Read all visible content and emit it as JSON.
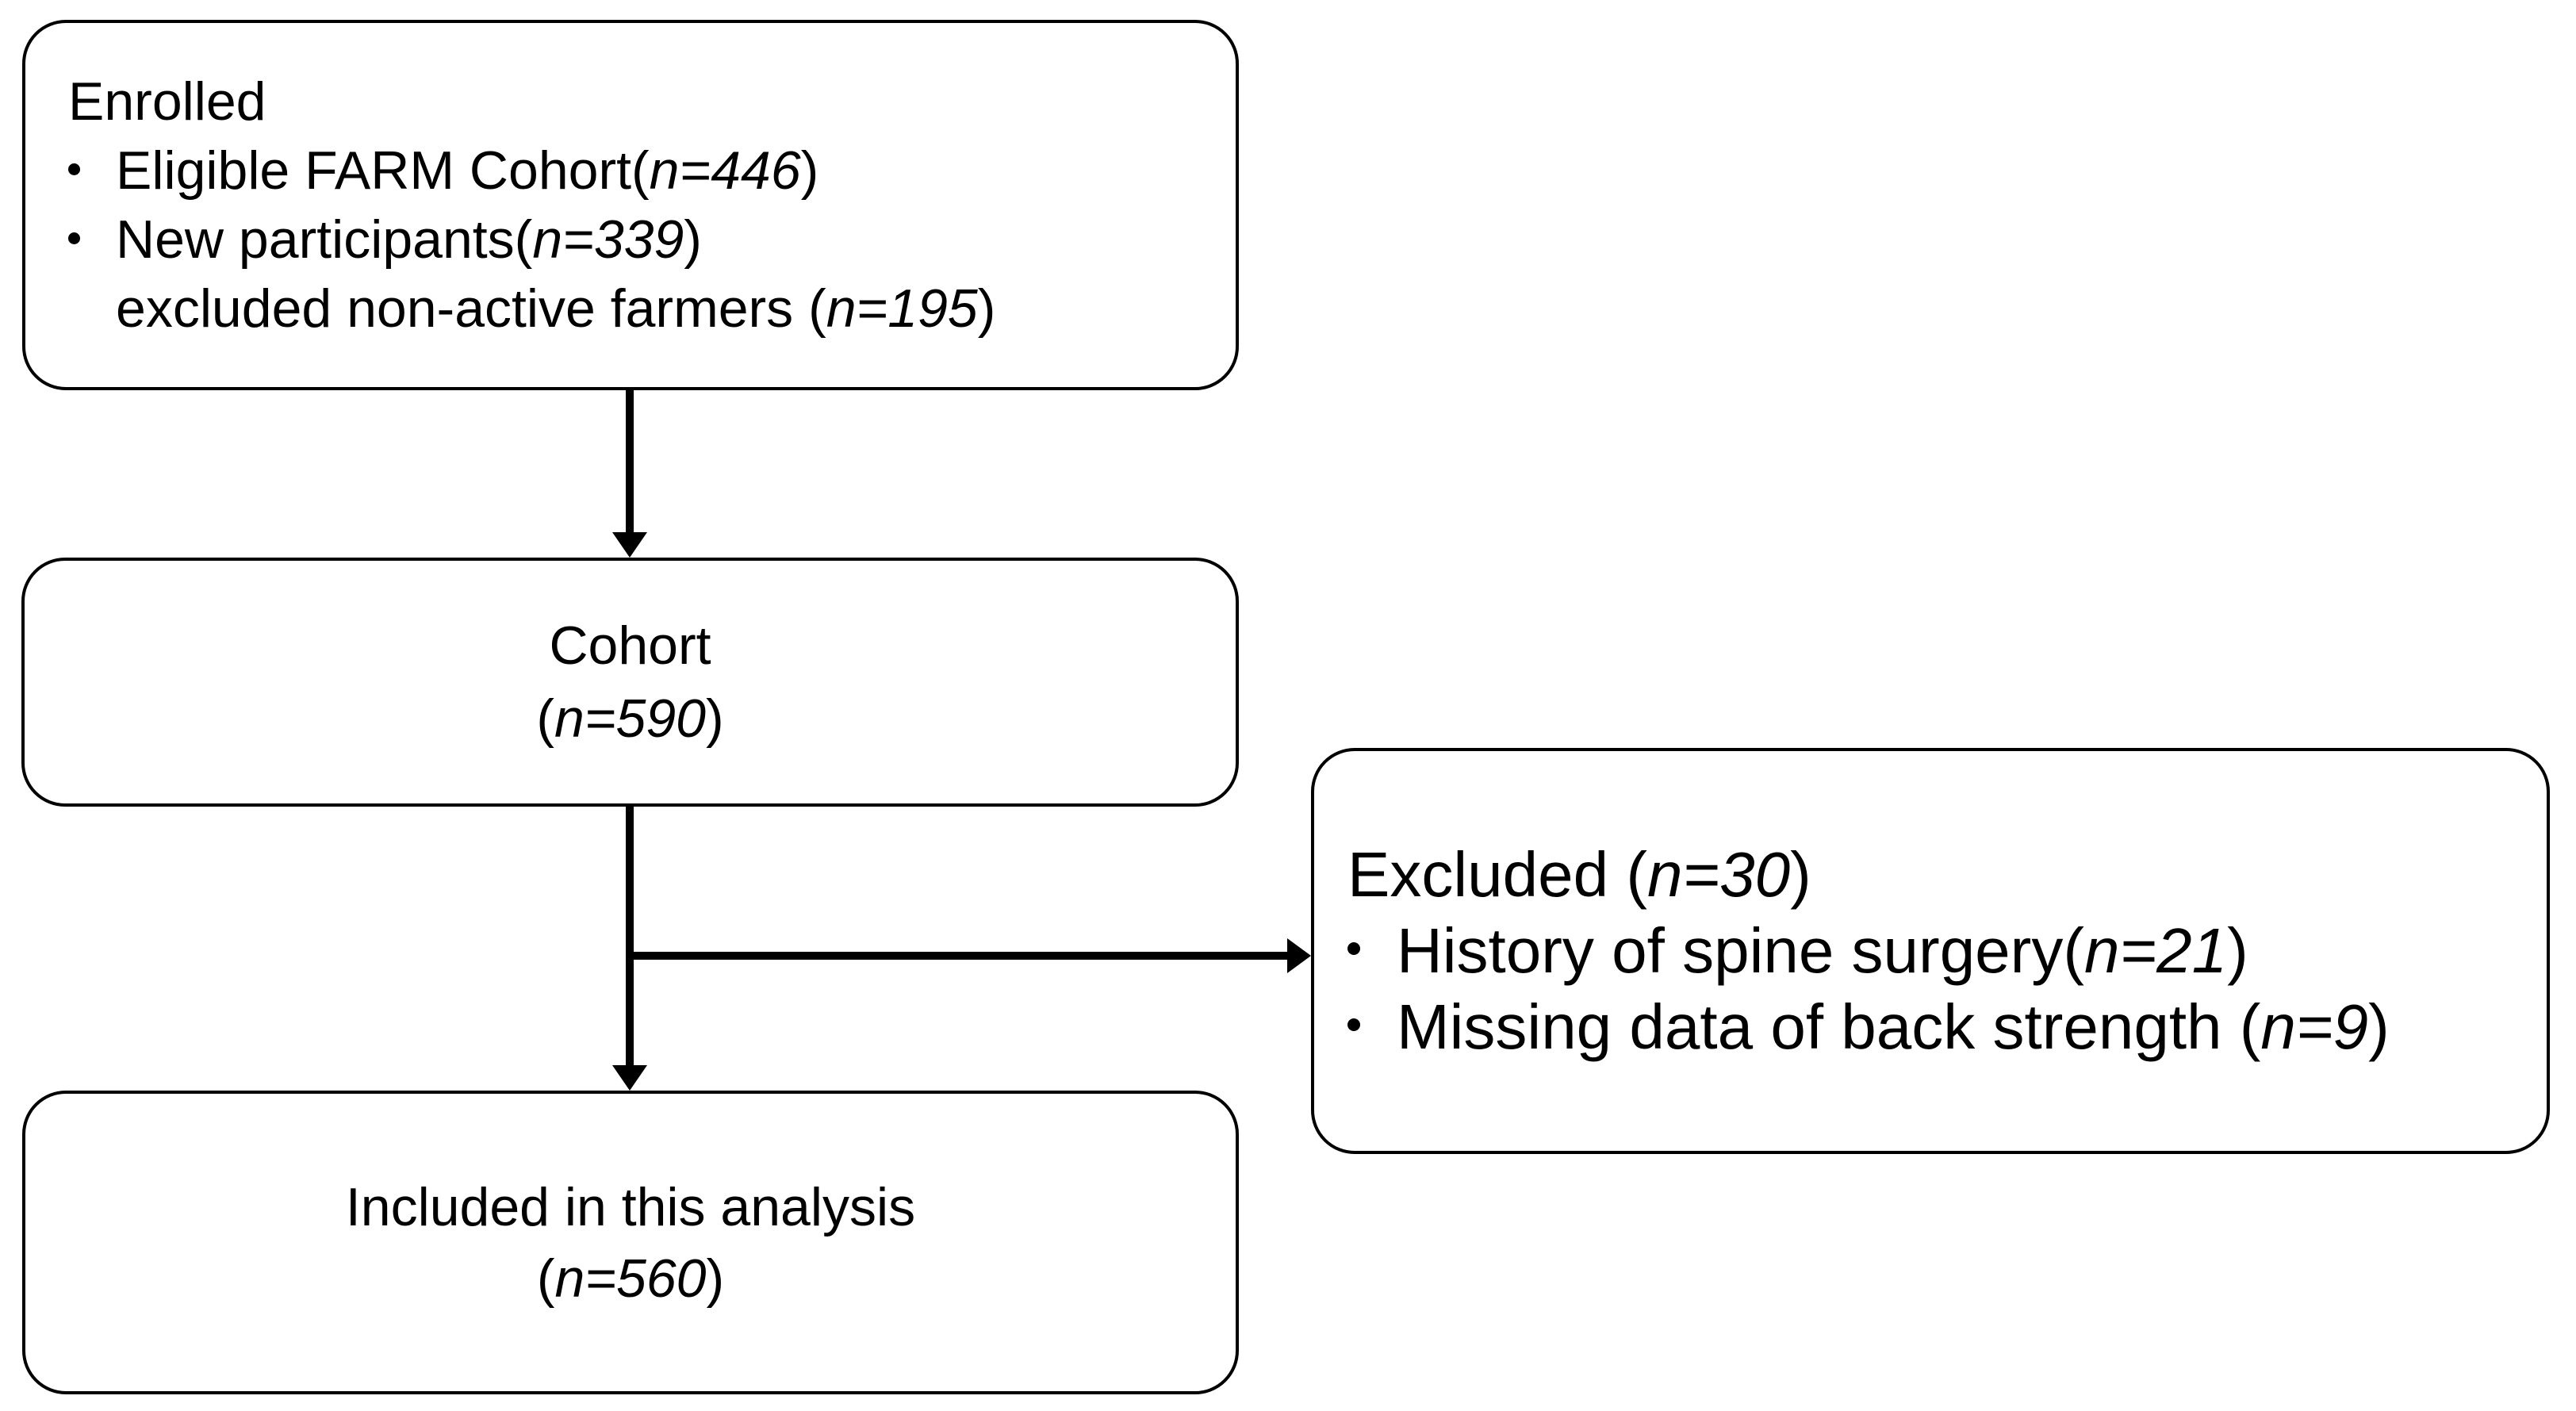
{
  "colors": {
    "background": "#ffffff",
    "border": "#000000",
    "text": "#000000",
    "arrow": "#000000"
  },
  "boxes": {
    "enrolled": {
      "title": "Enrolled",
      "bullets": [
        {
          "pre": "Eligible FARM Cohort(",
          "n": "n=446",
          "post": ")"
        },
        {
          "pre": "New participants(",
          "n": "n=339",
          "post": ")"
        }
      ],
      "continuation": {
        "pre": "excluded non-active farmers (",
        "n": "n=195",
        "post": ")"
      }
    },
    "cohort": {
      "title": "Cohort",
      "count": {
        "pre": "(",
        "n": "n=590",
        "post": ")"
      }
    },
    "excluded": {
      "title": {
        "pre": "Excluded (",
        "n": "n=30",
        "post": ")"
      },
      "bullets": [
        {
          "pre": "History of spine surgery(",
          "n": "n=21",
          "post": ")"
        },
        {
          "pre": "Missing data of back strength (",
          "n": "n=9",
          "post": ")"
        }
      ]
    },
    "included": {
      "title": "Included in this analysis",
      "count": {
        "pre": "(",
        "n": "n=560",
        "post": ")"
      }
    }
  }
}
